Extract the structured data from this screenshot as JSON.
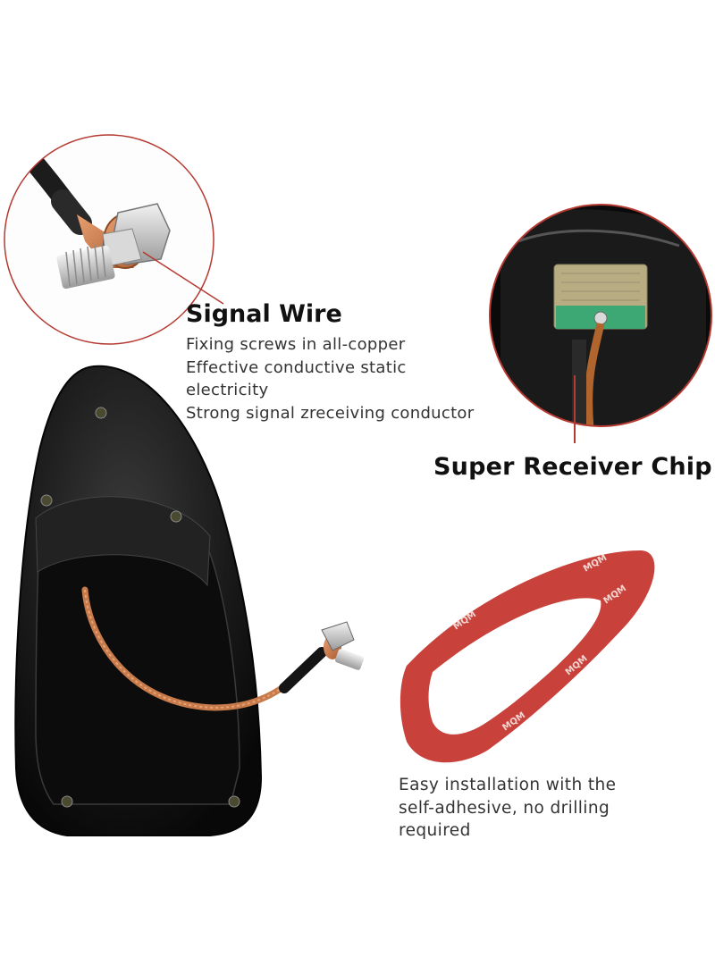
{
  "signal_wire": {
    "title": "Signal Wire",
    "lines": [
      "Fixing screws in all-copper",
      "Effective conductive static",
      "electricity",
      "Strong signal zreceiving conductor"
    ]
  },
  "chip": {
    "title": "Super Receiver Chip"
  },
  "install": {
    "lines": [
      "Easy installation with the",
      "self-adhesive, no drilling",
      "required"
    ]
  },
  "pad_marks": [
    "MQM",
    "MQM",
    "MQM",
    "MQM",
    "MQM"
  ],
  "colors": {
    "callout": "#c0392b",
    "pad": "#c8413b",
    "antenna": "#141414",
    "copper": "#c77a4a"
  }
}
